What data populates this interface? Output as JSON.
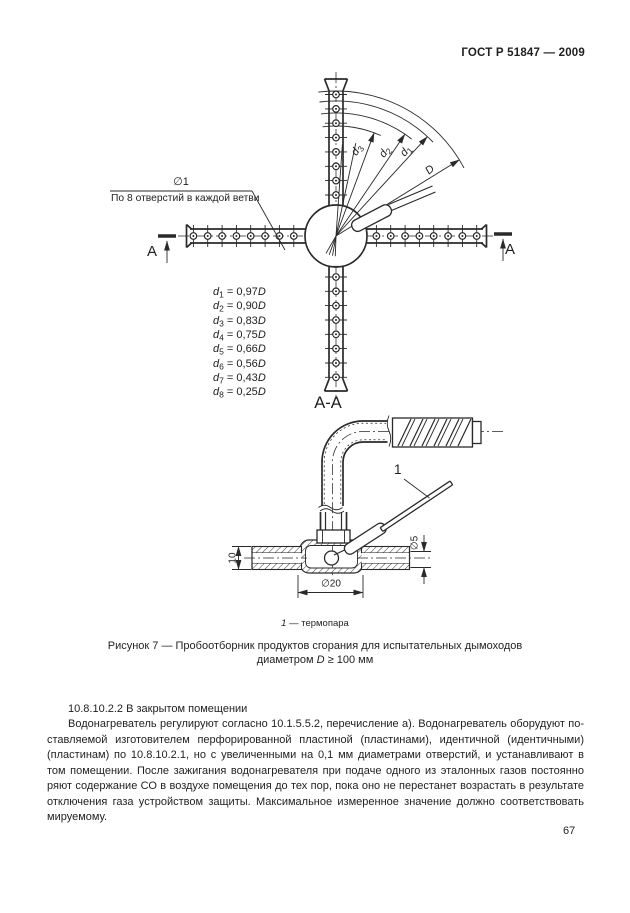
{
  "page": {
    "header": "ГОСТ Р 51847 — 2009",
    "page_number": "67"
  },
  "figure": {
    "callout_diameter": "∅1",
    "callout_note": "По 8 отверстий в каждой ветви",
    "section_letter_left": "А",
    "section_letter_right": "А",
    "section_title": "А-А",
    "arc_labels": [
      {
        "sym": "d",
        "sub": "3"
      },
      {
        "sym": "d",
        "sub": "2"
      },
      {
        "sym": "d",
        "sub": "1"
      },
      {
        "sym": "D",
        "sub": ""
      }
    ],
    "dim_rows": [
      {
        "sym": "d",
        "sub": "1",
        "val": " = 0,97",
        "ref": "D"
      },
      {
        "sym": "d",
        "sub": "2",
        "val": " = 0,90",
        "ref": "D"
      },
      {
        "sym": "d",
        "sub": "3",
        "val": " = 0,83",
        "ref": "D"
      },
      {
        "sym": "d",
        "sub": "4",
        "val": " = 0,75",
        "ref": "D"
      },
      {
        "sym": "d",
        "sub": "5",
        "val": " = 0,66",
        "ref": "D"
      },
      {
        "sym": "d",
        "sub": "6",
        "val": " = 0,56",
        "ref": "D"
      },
      {
        "sym": "d",
        "sub": "7",
        "val": " = 0,43",
        "ref": "D"
      },
      {
        "sym": "d",
        "sub": "8",
        "val": " = 0,25",
        "ref": "D"
      }
    ],
    "part_ref": "1",
    "dim_height": "10",
    "dim_d5": "∅5",
    "dim_d20": "∅20",
    "legend_num": "1",
    "legend_text": " — термопара",
    "caption_line1": "Рисунок 7 — Пробоотборник продуктов сгорания для испытательных дымоходов",
    "caption_line2_pre": "диаметром ",
    "caption_line2_var": "D",
    "caption_line2_post": " ≥ 100 мм"
  },
  "body": {
    "lines": [
      "10.8.10.2.2 В закрытом помещении",
      "Водонагреватель регулируют согласно 10.1.5.5.2, перечисление а). Водонагреватель оборудуют по-",
      "ставляемой изготовителем перфорированной пластиной (пластинами), идентичной (идентичными) пластине",
      "(пластинам) по 10.8.10.2.1, но с увеличенными на 0,1 мм диаметрами отверстий, и устанавливают в закры-",
      "том помещении. После зажигания водонагревателя при подаче одного из эталонных газов постоянно изме-",
      "ряют содержание СО в воздухе помещения до тех пор, пока оно не перестанет возрастать в результате",
      "отключения газа устройством защиты. Максимальное измеренное значение должно соответствовать нор-",
      "мируемому."
    ]
  }
}
